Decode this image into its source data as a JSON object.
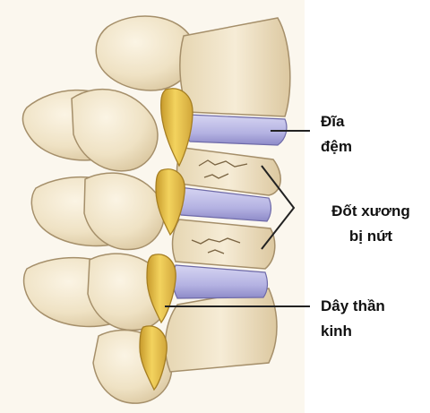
{
  "labels": {
    "disc": {
      "line1": "Đĩa",
      "line2": "đệm"
    },
    "fracture": {
      "line1": "Đốt xương",
      "line2": "bị nứt"
    },
    "nerve": {
      "line1": "Dây thần",
      "line2": "kinh"
    }
  },
  "colors": {
    "bone": "#f0e4c8",
    "bone_shadow": "#d7c49e",
    "bone_outline": "#a58f6a",
    "disc": "#b9b8e4",
    "disc_dark": "#8c89c6",
    "nerve": "#e9c94e",
    "nerve_dark": "#b8922a",
    "pointer": "#222222"
  }
}
